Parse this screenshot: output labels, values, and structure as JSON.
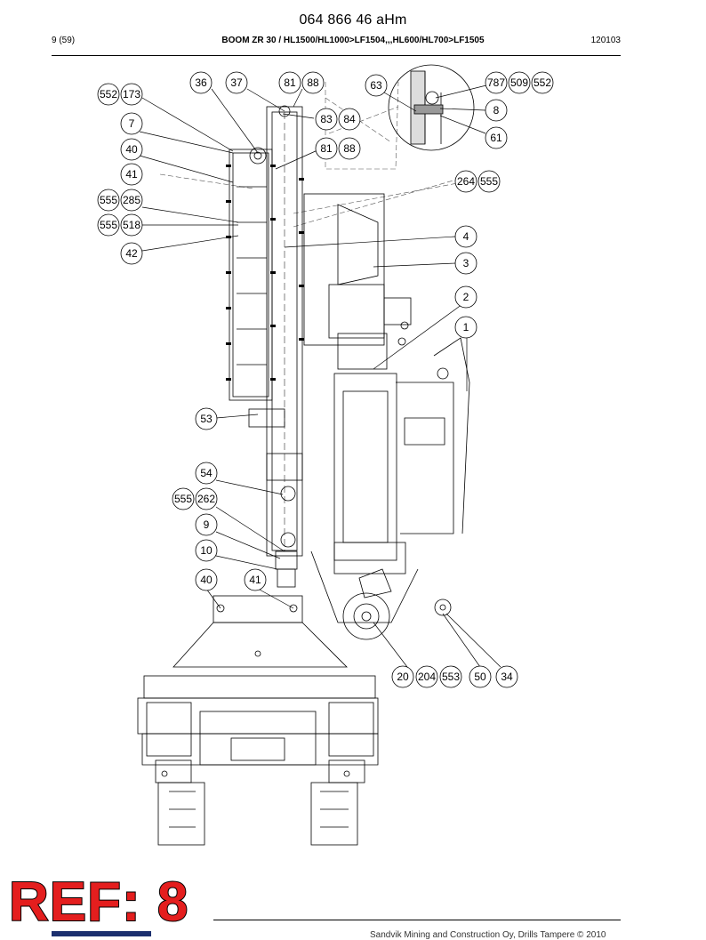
{
  "header": {
    "doc_number": "064 866 46 aHm",
    "page": "9 (59)",
    "title": "BOOM ZR 30 / HL1500/HL1000>LF1504,,,HL600/HL700>LF1505",
    "code": "120103"
  },
  "callouts": [
    "552",
    "173",
    "36",
    "37",
    "81",
    "88",
    "63",
    "787",
    "509",
    "552",
    "8",
    "83",
    "84",
    "7",
    "61",
    "81",
    "88",
    "40",
    "41",
    "264",
    "555",
    "555",
    "285",
    "555",
    "518",
    "4",
    "42",
    "3",
    "2",
    "1",
    "53",
    "54",
    "555",
    "262",
    "9",
    "10",
    "40",
    "41",
    "20",
    "204",
    "553",
    "50",
    "34"
  ],
  "stamp": {
    "text": "REF: 8",
    "color": "#e41e1e"
  },
  "footer": {
    "text": "Sandvik Mining and Construction Oy, Drills Tampere © 2010"
  }
}
